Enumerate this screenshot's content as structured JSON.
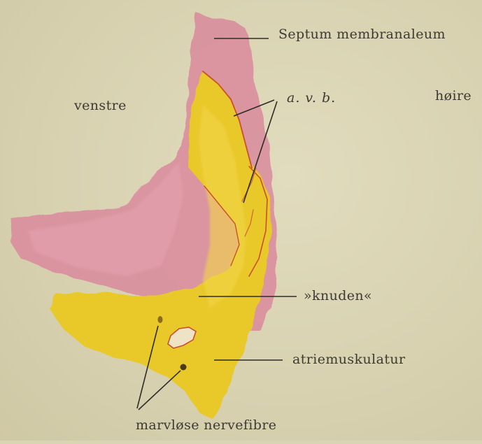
{
  "figure": {
    "labels": {
      "septum": "Septum membranaleum",
      "left": "venstre",
      "right": "høire",
      "avb": "a. v. b.",
      "knuden": "»knuden«",
      "atriemuskulatur": "atriemuskulatur",
      "nervefibre": "marvløse nervefibre"
    },
    "colors": {
      "background": "#d9d4b4",
      "pink_tissue": "#d98a9c",
      "yellow_tissue": "#e9c82a",
      "outline_red": "#c9502e",
      "ink": "#2e2c27"
    }
  }
}
